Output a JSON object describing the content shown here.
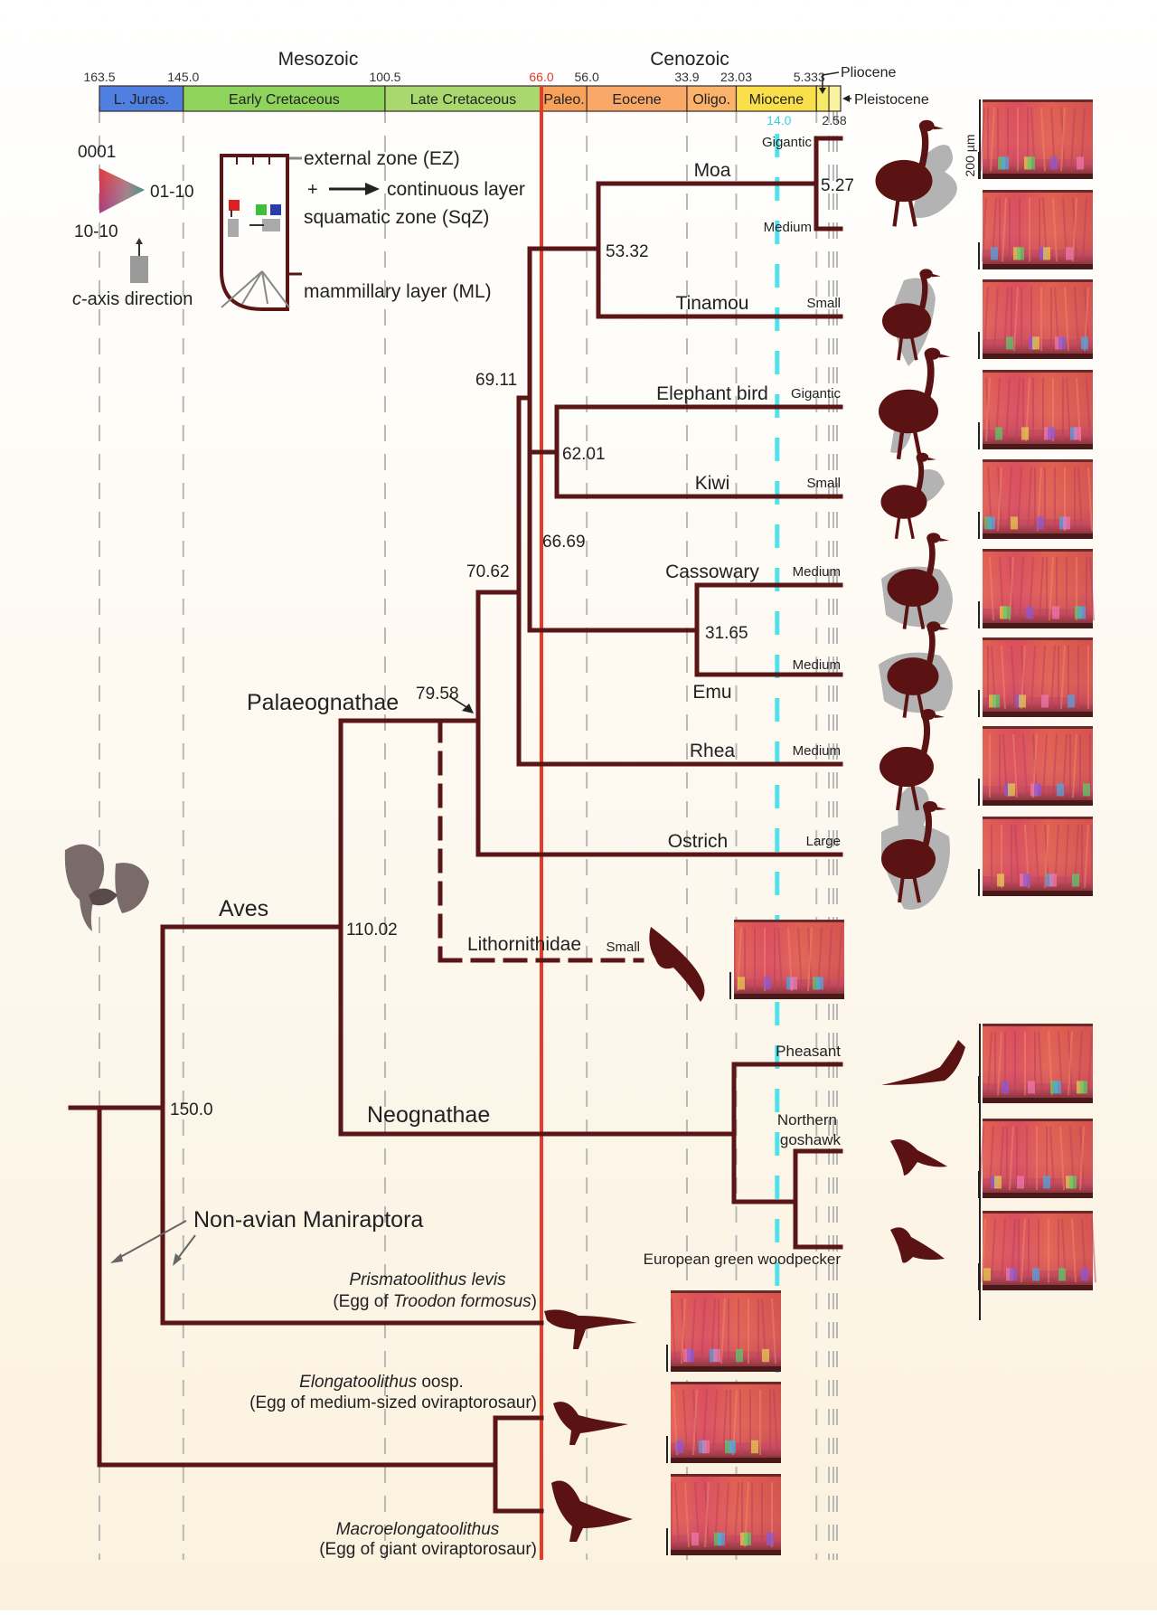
{
  "timescale": {
    "eras": [
      {
        "id": "mesozoic",
        "label": "Mesozoic"
      },
      {
        "id": "cenozoic",
        "label": "Cenozoic"
      }
    ],
    "boundaries": [
      {
        "id": "b1635",
        "label": "163.5",
        "ma": 163.5,
        "color": "#333333"
      },
      {
        "id": "b145",
        "label": "145.0",
        "ma": 145.0,
        "color": "#333333"
      },
      {
        "id": "b1005",
        "label": "100.5",
        "ma": 100.5,
        "color": "#333333"
      },
      {
        "id": "b66",
        "label": "66.0",
        "ma": 66.0,
        "color": "#e03a2a"
      },
      {
        "id": "b56",
        "label": "56.0",
        "ma": 56.0,
        "color": "#333333"
      },
      {
        "id": "b339",
        "label": "33.9",
        "ma": 33.9,
        "color": "#333333"
      },
      {
        "id": "b2303",
        "label": "23.03",
        "ma": 23.03,
        "color": "#333333"
      },
      {
        "id": "b5333",
        "label": "5.333",
        "ma": 5.333,
        "color": "#333333"
      },
      {
        "id": "b258",
        "label": "2.58",
        "ma": 2.58,
        "color": "#333333"
      }
    ],
    "periods": [
      {
        "id": "ljuras",
        "label": "L. Juras.",
        "start": 163.5,
        "end": 145.0,
        "color": "#4f7fe0"
      },
      {
        "id": "ecret",
        "label": "Early Cretaceous",
        "start": 145.0,
        "end": 100.5,
        "color": "#8ed35c"
      },
      {
        "id": "lcret",
        "label": "Late Cretaceous",
        "start": 100.5,
        "end": 66.0,
        "color": "#a8d86e"
      },
      {
        "id": "paleo",
        "label": "Paleo.",
        "start": 66.0,
        "end": 56.0,
        "color": "#f7a15a"
      },
      {
        "id": "eocene",
        "label": "Eocene",
        "start": 56.0,
        "end": 33.9,
        "color": "#f9a868"
      },
      {
        "id": "oligo",
        "label": "Oligo.",
        "start": 33.9,
        "end": 23.03,
        "color": "#fbb36c"
      },
      {
        "id": "miocene",
        "label": "Miocene",
        "start": 23.03,
        "end": 5.333,
        "color": "#f9e04b"
      },
      {
        "id": "plio",
        "label": "",
        "start": 5.333,
        "end": 2.58,
        "color": "#f5ea66"
      },
      {
        "id": "pleist",
        "label": "",
        "start": 2.58,
        "end": 0,
        "color": "#fbf2a0"
      }
    ],
    "pliocene_label": "Pliocene",
    "pleistocene_label": "Pleistocene",
    "mid_miocene_label": "14.0",
    "mid_miocene_ma": 14.0,
    "kpg_ma": 66.0
  },
  "legend": {
    "label_0001": "0001",
    "label_0110": "01-10",
    "label_1010": "10-10",
    "c_axis": "c-axis direction",
    "ez": "external zone (EZ)",
    "plus": "+",
    "continuous": "continuous layer",
    "sqz": "squamatic zone (SqZ)",
    "ml": "mammillary layer (ML)",
    "scale_bar": "200 µm"
  },
  "tree": {
    "nodes": [
      {
        "id": "n150",
        "label": "150.0",
        "ma": 150.0
      },
      {
        "id": "n110",
        "label": "110.02",
        "ma": 110.02
      },
      {
        "id": "n7958",
        "label": "79.58",
        "ma": 79.58
      },
      {
        "id": "n7062",
        "label": "70.62",
        "ma": 70.62
      },
      {
        "id": "n6911",
        "label": "69.11",
        "ma": 69.11
      },
      {
        "id": "n6669",
        "label": "66.69",
        "ma": 66.69
      },
      {
        "id": "n6201",
        "label": "62.01",
        "ma": 62.01
      },
      {
        "id": "n5332",
        "label": "53.32",
        "ma": 53.32
      },
      {
        "id": "n3165",
        "label": "31.65",
        "ma": 31.65
      },
      {
        "id": "n527",
        "label": "5.27",
        "ma": 5.27
      }
    ],
    "clades": [
      {
        "id": "aves",
        "label": "Aves"
      },
      {
        "id": "palaeognathae",
        "label": "Palaeognathae"
      },
      {
        "id": "neognathae",
        "label": "Neognathae"
      },
      {
        "id": "maniraptora",
        "label": "Non-avian Maniraptora"
      }
    ],
    "taxa": [
      {
        "id": "moa",
        "label": "Moa",
        "sizes": [
          "Gigantic",
          "Medium"
        ]
      },
      {
        "id": "tinamou",
        "label": "Tinamou",
        "size": "Small"
      },
      {
        "id": "elephant",
        "label": "Elephant bird",
        "size": "Gigantic"
      },
      {
        "id": "kiwi",
        "label": "Kiwi",
        "size": "Small"
      },
      {
        "id": "cassowary",
        "label": "Cassowary",
        "size": "Medium"
      },
      {
        "id": "emu",
        "label": "Emu",
        "size": "Medium"
      },
      {
        "id": "rhea",
        "label": "Rhea",
        "size": "Medium"
      },
      {
        "id": "ostrich",
        "label": "Ostrich",
        "size": "Large"
      },
      {
        "id": "litho",
        "label": "Lithornithidae",
        "size": "Small"
      },
      {
        "id": "pheasant",
        "label": "Pheasant"
      },
      {
        "id": "goshawk",
        "label": "Northern goshawk",
        "lines": [
          "Northern",
          "goshawk"
        ]
      },
      {
        "id": "woodpecker",
        "label": "European green woodpecker"
      }
    ],
    "fossils": [
      {
        "id": "prismato",
        "genus": "Prismatoolithus levis",
        "egg_pre": "(Egg of ",
        "egg_it": "Troodon formosus",
        "egg_post": ")"
      },
      {
        "id": "elongato",
        "genus": "Elongatoolithus",
        "genus_rest": " oosp.",
        "egg": "(Egg of medium-sized oviraptorosaur)"
      },
      {
        "id": "macro",
        "genus": "Macroelongatoolithus",
        "egg": "(Egg of giant oviraptorosaur)"
      }
    ]
  },
  "colors": {
    "branch": "#5a1616",
    "kpg": "#e53b2c",
    "miocene_marker": "#4ee3ec",
    "silhouette": "#5a1212",
    "map": "#b3b3b3",
    "grid": "#b8b8b8"
  }
}
